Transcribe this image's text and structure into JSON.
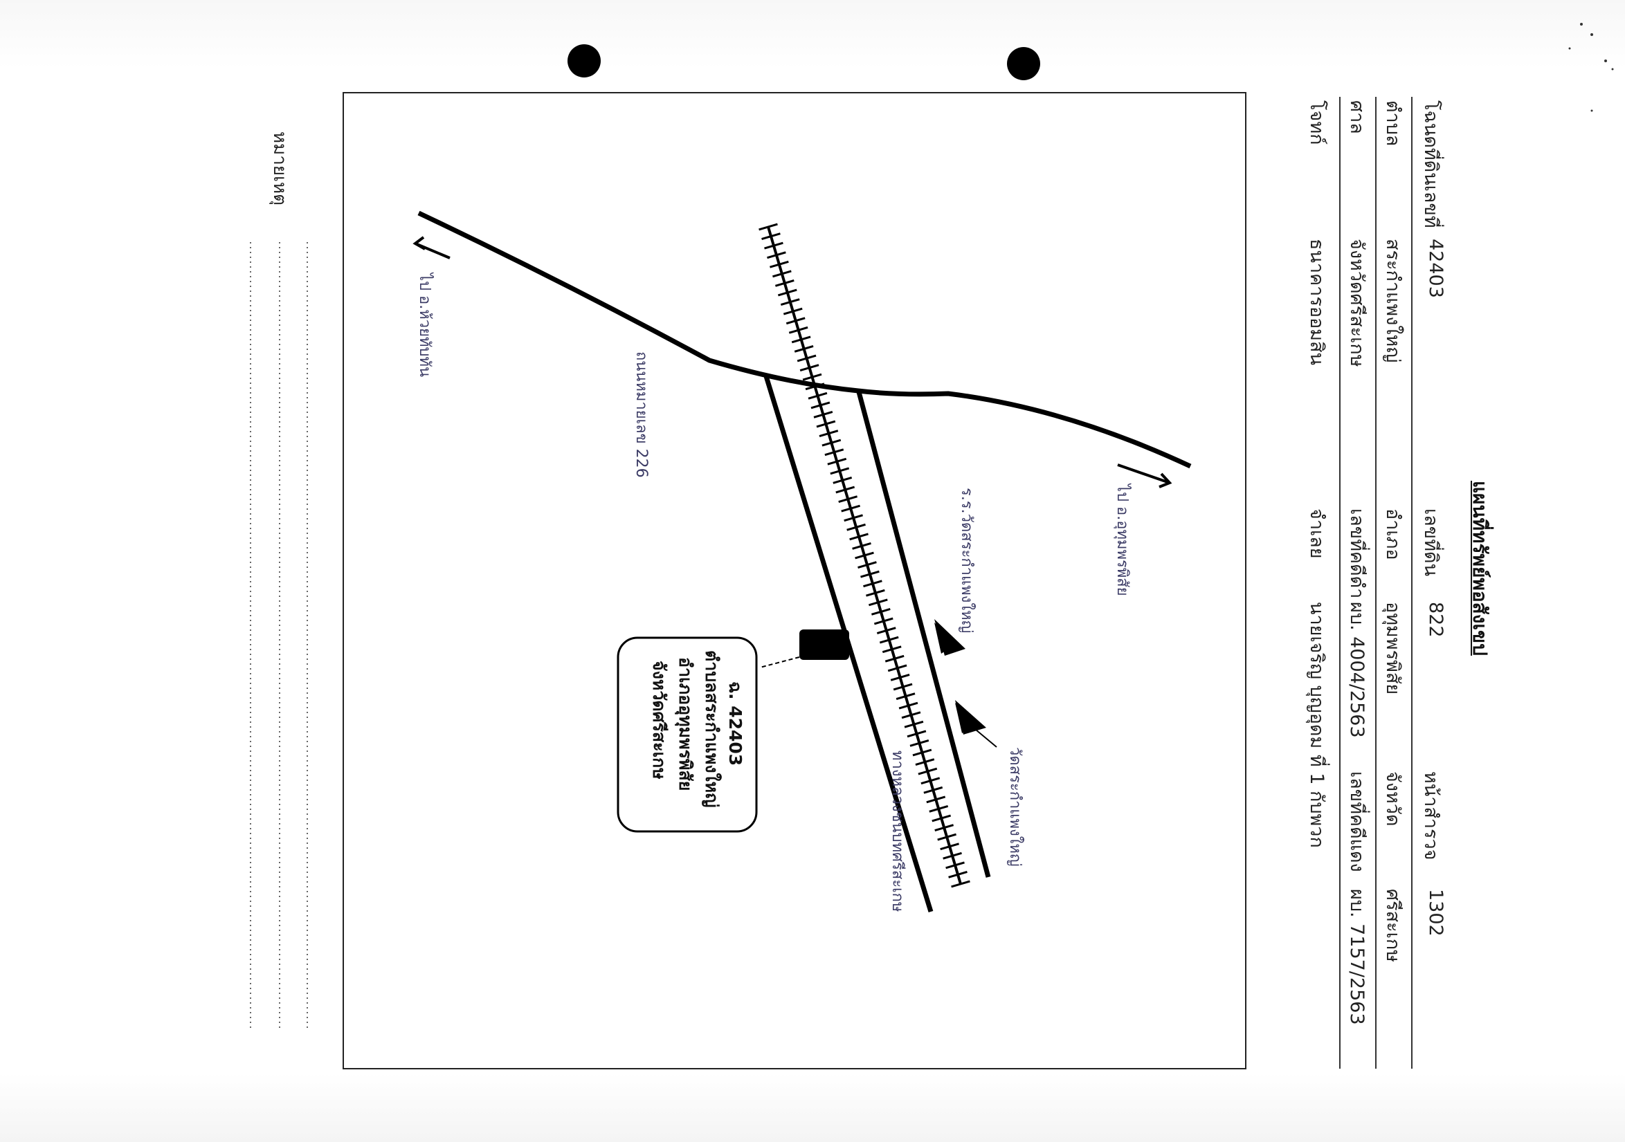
{
  "document": {
    "title": "แผนที่ทรัพย์พอสังเขป"
  },
  "info_table": {
    "rows": [
      {
        "col1_label": "โฉนดที่ดินเลขที่",
        "col1_value": "42403",
        "col2_label": "เลขที่ดิน",
        "col2_value": "822",
        "col3_label": "หน้าสำรวจ",
        "col3_value": "1302"
      },
      {
        "col1_label": "ตำบล",
        "col1_value": "สระกำแพงใหญ่",
        "col2_label": "อำเภอ",
        "col2_value": "อุทุมพรพิสัย",
        "col3_label": "จังหวัด",
        "col3_value": "ศรีสะเกษ"
      },
      {
        "col1_label": "ศาล",
        "col1_value": "จังหวัดศรีสะเกษ",
        "col2_label": "เลขที่คดีดำ",
        "col2_value": "ผบ. 4004/2563",
        "col3_label": "เลขที่คดีแดง",
        "col3_value": "ผบ. 7157/2563"
      },
      {
        "col1_label": "โจทก์",
        "col1_value": "ธนาคารออมสิน",
        "col2_label": "จำเลย",
        "col2_value": "นายเจริญ บุญอุดม ที่ 1 กับพวก",
        "col3_label": "",
        "col3_value": ""
      }
    ]
  },
  "map": {
    "labels": {
      "to_huai_thap_than": "ไป อ.ห้วยทับทัน",
      "to_uthumphon_phisai": "ไป อ.อุทุมพรพิสัย",
      "highway_226": "ถนนหมายเลข 226",
      "school": "ร.ร.วัดสระกำแพงใหญ่",
      "temple": "วัดสระกำแพงใหญ่",
      "railway": "ทางหลวงชนบทศรีสะเกษ"
    },
    "property_box": {
      "line1": "ฉ. 42403",
      "line2": "ตำบลสระกำแพงใหญ่",
      "line3": "อำเภออุทุมพรพิสัย",
      "line4": "จังหวัดศรีสะเกษ"
    }
  },
  "remarks": {
    "label": "หมายเหตุ"
  }
}
